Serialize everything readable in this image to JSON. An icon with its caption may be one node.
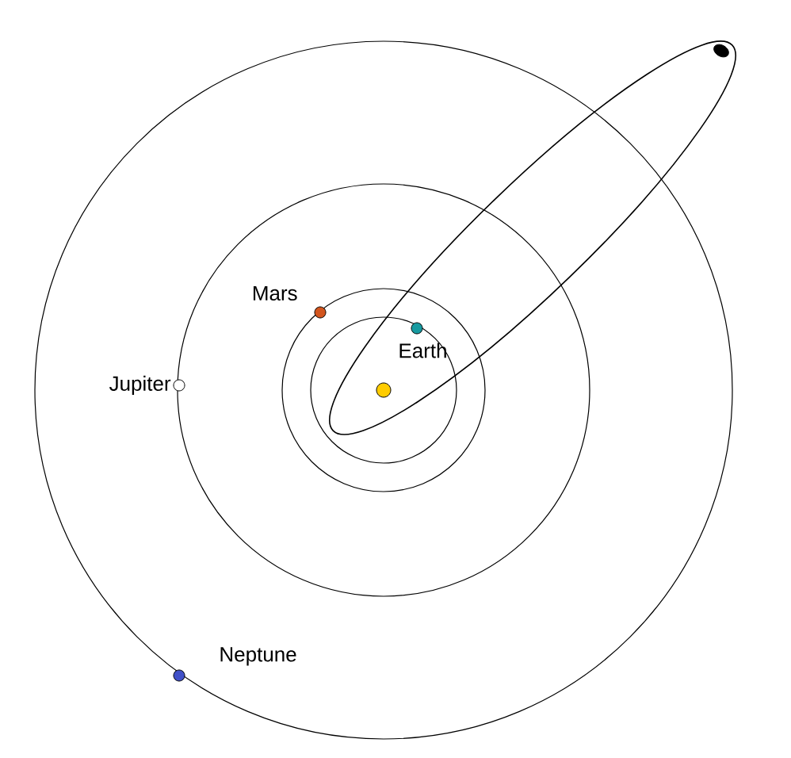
{
  "diagram": {
    "nodes": [
      {
        "text": [],
        "shape": "circle"
      },
      {
        "text": [],
        "shape": "circle",
        "beside": [
          "Mars"
        ]
      },
      {
        "text": [],
        "shape": "circle",
        "beside": [
          "Earth"
        ]
      },
      {
        "text": [],
        "shape": "circle",
        "beside": [
          "Jupiter"
        ]
      },
      {
        "text": [],
        "shape": "circle",
        "beside": [
          "Neptune"
        ]
      },
      {
        "text": [],
        "shape": "circle"
      }
    ]
  }
}
